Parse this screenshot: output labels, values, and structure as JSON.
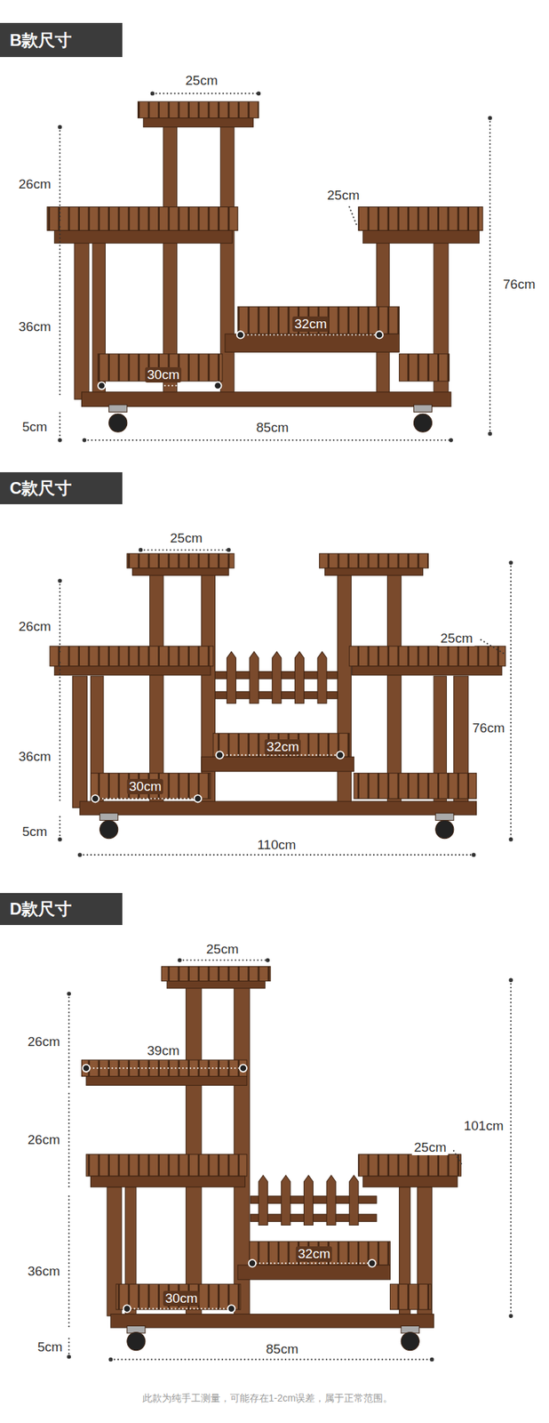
{
  "diagram": {
    "caption": "此款为纯手工测量，可能存在1-2cm误差，属于正常范围。",
    "nodes": [
      {
        "text": [
          "B款尺寸"
        ]
      },
      {
        "text": [
          "C款尺寸"
        ]
      },
      {
        "text": [
          "D款尺寸"
        ]
      }
    ],
    "edges": [],
    "labels": [
      "25cm",
      "26cm",
      "25cm",
      "76cm",
      "36cm",
      "32cm",
      "30cm",
      "5cm",
      "85cm",
      "25cm",
      "26cm",
      "25cm",
      "36cm",
      "76cm",
      "32cm",
      "30cm",
      "5cm",
      "110cm",
      "25cm",
      "26cm",
      "39cm",
      "26cm",
      "101cm",
      "25cm",
      "36cm",
      "32cm",
      "30cm",
      "5cm",
      "85cm"
    ]
  }
}
